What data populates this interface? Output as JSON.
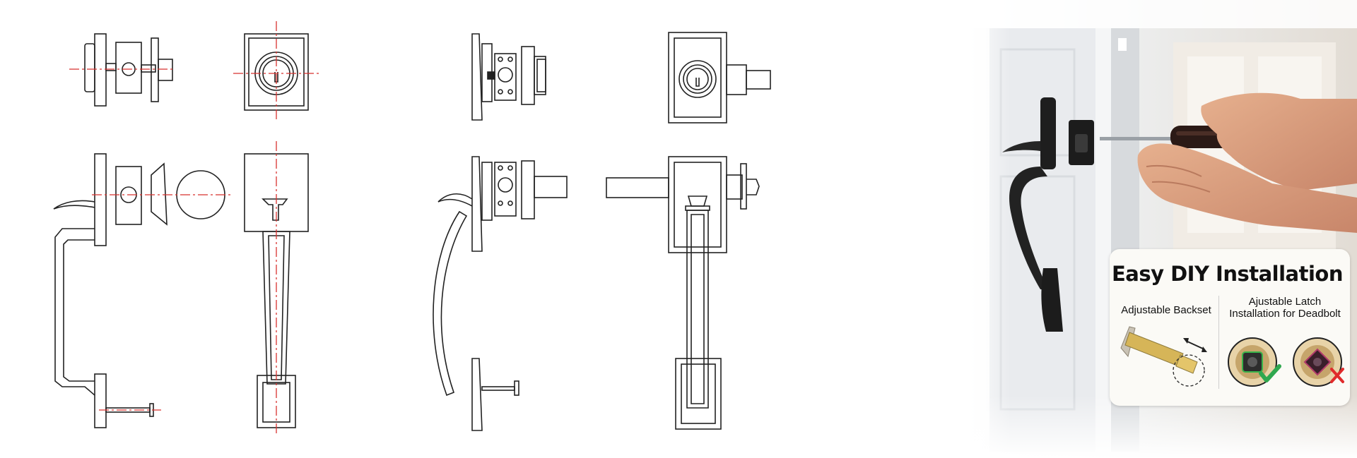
{
  "installation_card": {
    "title": "Easy DIY Installation",
    "left_caption": "Adjustable Backset",
    "right_caption_line1": "Ajustable Latch",
    "right_caption_line2": "Installation for Deadbolt"
  },
  "icons": [
    "backset-latch-icon",
    "check-icon",
    "cross-icon",
    "screwdriver-icon"
  ],
  "colors": {
    "centerline": "#d8322f",
    "check": "#2fa84f",
    "cross": "#e02b2b",
    "card_bg": "#fbfaf6",
    "door": "#e9ebee"
  }
}
